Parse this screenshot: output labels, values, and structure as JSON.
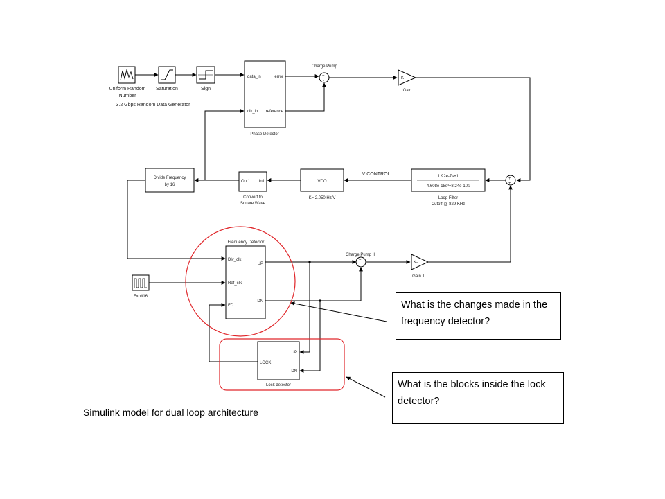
{
  "blocks": {
    "uniform_random_line1": "Uniform Random",
    "uniform_random_line2": "Number",
    "saturation": "Saturation",
    "sign": "Sign",
    "data_generator": "3.2 Gbps Random Data Generator",
    "phase_detector": "Phase Detector",
    "pd_data_in": "data_in",
    "pd_error": "error",
    "pd_clk_in": "clk_in",
    "pd_reference": "reference",
    "charge_pump_1": "Charge Pump I",
    "gain": "Gain",
    "gain_symbol": "K-",
    "divide_line1": "Divide Frequency",
    "divide_line2": "by 16",
    "square_out": "Out1",
    "square_in": "In1",
    "square_line1": "Convert to",
    "square_line2": "Square Wave",
    "vco": "VCO",
    "vco_gain": "K= 2.050 Hz/V",
    "v_control": "V CONTROL",
    "lf_num": "1.92e-7s+1",
    "lf_den": "4.608e-18s³+8.24e-10s",
    "lf_line1": "Loop Filter",
    "lf_line2": "Cutoff @ 829 KHz",
    "freq_detector": "Frequency Detector",
    "fd_div": "Div_clk",
    "fd_ref": "Ref_clk",
    "fd_fd": "FD",
    "fd_up": "UP",
    "fd_dn": "DN",
    "charge_pump_2": "Charge Pump II",
    "gain1": "Gain 1",
    "fxo": "Fxo#16",
    "lock_detector": "Lock detector",
    "lock": "LOCK",
    "ld_up": "UP",
    "ld_dn": "DN",
    "sum_sign": "+",
    "sum_minus": "-"
  },
  "questions": {
    "q1": "What is the changes made in the frequency detector?",
    "q2": "What is the blocks inside the lock detector?"
  },
  "caption": "Simulink model for dual loop architecture",
  "colors": {
    "line": "#000000",
    "highlight": "#e0262a",
    "spellcheck": "#cc0000"
  }
}
